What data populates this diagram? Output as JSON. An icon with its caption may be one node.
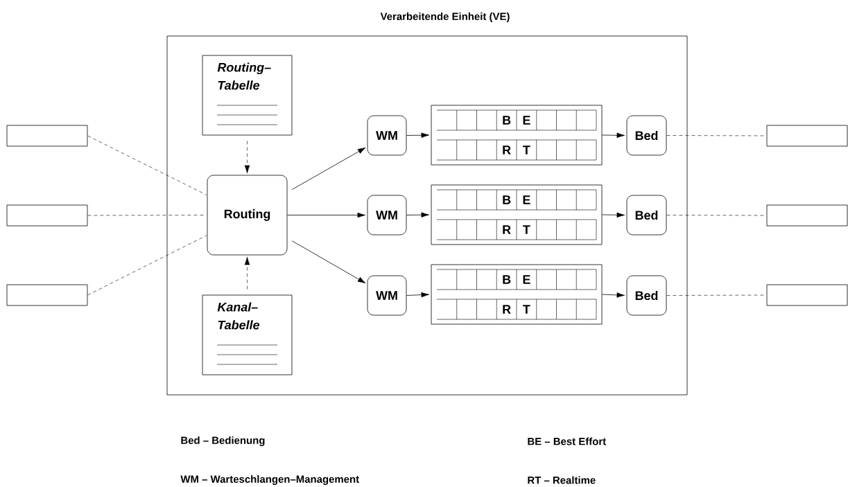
{
  "diagram": {
    "nodes": [
      {
        "text": [
          "Verarbeitende Einheit (VE)"
        ]
      },
      {
        "text": [
          "Routing– Tabelle"
        ],
        "in": 0
      },
      {
        "text": [
          "Routing"
        ],
        "in": 0
      },
      {
        "text": [
          "Kanal– Tabelle"
        ],
        "in": 0
      },
      {
        "text": [
          "WM"
        ],
        "in": 0
      },
      {
        "text": [
          "WM"
        ],
        "in": 0
      },
      {
        "text": [
          "WM"
        ],
        "in": 0
      },
      {
        "text": [
          "B",
          "E",
          "R",
          "T"
        ],
        "in": 0
      },
      {
        "text": [
          "B",
          "E",
          "R",
          "T"
        ],
        "in": 0
      },
      {
        "text": [
          "B",
          "E",
          "R",
          "T"
        ],
        "in": 0
      },
      {
        "text": [
          "Bed"
        ],
        "in": 0
      },
      {
        "text": [
          "Bed"
        ],
        "in": 0
      },
      {
        "text": [
          "Bed"
        ],
        "in": 0
      },
      {
        "text": [],
        "shape": "box"
      },
      {
        "text": [],
        "shape": "box"
      },
      {
        "text": [],
        "shape": "box"
      },
      {
        "text": [],
        "shape": "box"
      },
      {
        "text": [],
        "shape": "box"
      },
      {
        "text": [],
        "shape": "box"
      }
    ],
    "edges": [
      {
        "from": 13,
        "to": 2,
        "arrow": "none",
        "style": "dashed"
      },
      {
        "from": 14,
        "to": 2,
        "arrow": "none",
        "style": "dashed"
      },
      {
        "from": 15,
        "to": 2,
        "arrow": "none",
        "style": "dashed"
      },
      {
        "from": 1,
        "to": 2,
        "arrow": "to",
        "style": "dashed"
      },
      {
        "from": 3,
        "to": 2,
        "arrow": "to",
        "style": "dashed"
      },
      {
        "from": 2,
        "to": 4,
        "arrow": "to"
      },
      {
        "from": 2,
        "to": 5,
        "arrow": "to"
      },
      {
        "from": 2,
        "to": 6,
        "arrow": "to"
      },
      {
        "from": 4,
        "to": 7,
        "arrow": "to"
      },
      {
        "from": 5,
        "to": 8,
        "arrow": "to"
      },
      {
        "from": 6,
        "to": 9,
        "arrow": "to"
      },
      {
        "from": 7,
        "to": 10,
        "arrow": "to"
      },
      {
        "from": 8,
        "to": 11,
        "arrow": "to"
      },
      {
        "from": 9,
        "to": 12,
        "arrow": "to"
      },
      {
        "from": 10,
        "to": 16,
        "arrow": "none",
        "style": "dashed"
      },
      {
        "from": 11,
        "to": 17,
        "arrow": "none",
        "style": "dashed"
      },
      {
        "from": 12,
        "to": 18,
        "arrow": "none",
        "style": "dashed"
      }
    ],
    "labels": [
      "Bed – Bedienung",
      "BE – Best Effort",
      "WM – Warteschlangen–Management",
      "RT – Realtime"
    ]
  }
}
